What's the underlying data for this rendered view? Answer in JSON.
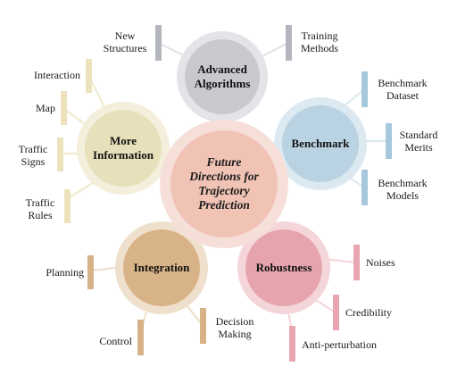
{
  "center": {
    "lines": [
      "Future",
      "Directions for",
      "Trajectory",
      "Prediction"
    ]
  },
  "nodes": {
    "advanced_algorithms": {
      "title_lines": [
        "Advanced",
        "Algorithms"
      ],
      "color_outer": "#e3e4e8",
      "color_inner": "#c7c9cf",
      "bar": "#b4b6bd",
      "items": [
        {
          "lines": [
            "New",
            "Structures"
          ]
        },
        {
          "lines": [
            "Training",
            "Methods"
          ]
        }
      ]
    },
    "benchmark": {
      "title_lines": [
        "Benchmark"
      ],
      "color_outer": "#dde9f1",
      "color_inner": "#b9d3e2",
      "bar": "#a7c7dc",
      "items": [
        {
          "lines": [
            "Benchmark",
            "Dataset"
          ]
        },
        {
          "lines": [
            "Standard",
            "Merits"
          ]
        },
        {
          "lines": [
            "Benchmark",
            "Models"
          ]
        }
      ]
    },
    "more_information": {
      "title_lines": [
        "More",
        "Information"
      ],
      "color_outer": "#f3efdc",
      "color_inner": "#e8e0ba",
      "bar": "#ece3bd",
      "items": [
        {
          "lines": [
            "Interaction"
          ]
        },
        {
          "lines": [
            "Map"
          ]
        },
        {
          "lines": [
            "Traffic",
            "Signs"
          ]
        },
        {
          "lines": [
            "Traffic",
            "Rules"
          ]
        }
      ]
    },
    "integration": {
      "title_lines": [
        "Integration"
      ],
      "color_outer": "#efe0cd",
      "color_inner": "#d9b388",
      "bar": "#d7b287",
      "items": [
        {
          "lines": [
            "Planning"
          ]
        },
        {
          "lines": [
            "Control"
          ]
        },
        {
          "lines": [
            "Decision",
            "Making"
          ]
        }
      ]
    },
    "robustness": {
      "title_lines": [
        "Robustness"
      ],
      "color_outer": "#f4d6da",
      "color_inner": "#e6a5ad",
      "bar": "#e8a7b0",
      "items": [
        {
          "lines": [
            "Noises"
          ]
        },
        {
          "lines": [
            "Credibility"
          ]
        },
        {
          "lines": [
            "Anti-perturbation"
          ]
        }
      ]
    }
  },
  "colors": {
    "center_outer": "#f6dfd9",
    "center_inner": "#f0c3b5"
  }
}
